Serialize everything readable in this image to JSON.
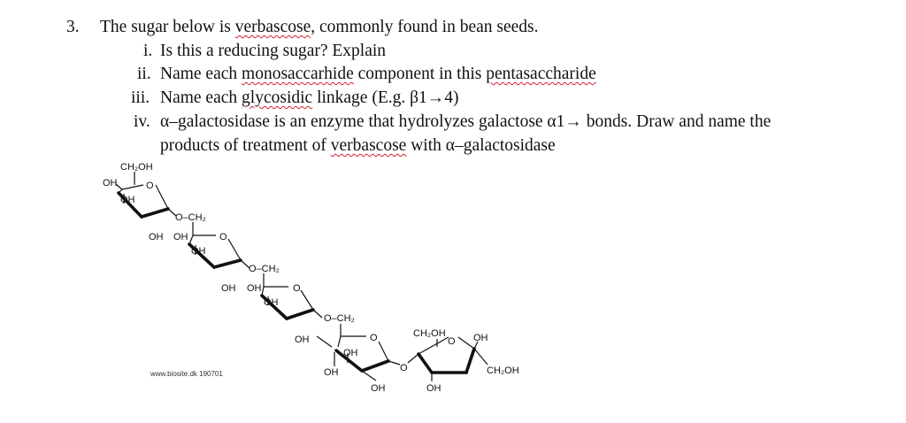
{
  "question": {
    "number": "3.",
    "intro": "The sugar below is verbascose, commonly found in bean seeds.",
    "intro_parts": [
      "The sugar below is ",
      "verbascose",
      ", commonly found in bean seeds."
    ],
    "items": [
      {
        "numeral": "i.",
        "parts": [
          "Is this a reducing sugar? Explain"
        ]
      },
      {
        "numeral": "ii.",
        "parts": [
          "Name each ",
          "monosaccarhide",
          " component in this ",
          "pentasaccharide"
        ]
      },
      {
        "numeral": "iii.",
        "parts": [
          "Name each ",
          "glycosidic",
          " linkage (E.g. β1→4)"
        ]
      },
      {
        "numeral": "iv.",
        "parts": [
          "α–galactosidase is an enzyme that hydrolyzes galactose α1→ bonds. Draw and name the"
        ]
      },
      {
        "numeral": "",
        "parts": [
          "products of treatment of ",
          "verbascose",
          " with α–galactosidase"
        ]
      }
    ]
  },
  "structure": {
    "ring1": {
      "ch2oh": "CH₂OH",
      "oh_left": "OH",
      "ring_o": "O",
      "oh_inner": "OH"
    },
    "ring2": {
      "o_ch2": "O–CH₂",
      "oh_a": "OH",
      "oh_b": "OH",
      "ring_o": "O",
      "oh_inner": "OH"
    },
    "ring3": {
      "o_ch2": "O–CH₂",
      "oh_a": "OH",
      "oh_b": "OH",
      "ring_o": "O",
      "oh_inner": "OH"
    },
    "ring4": {
      "o_ch2": "O–CH₂",
      "oh_a": "OH",
      "ring_o": "O",
      "oh_inner": "OH",
      "oh_bottom_left": "OH",
      "oh_bottom": "OH",
      "bridge_o": "O"
    },
    "ring5": {
      "ch2oh_top": "CH₂OH",
      "ring_o": "O",
      "oh_right": "OH",
      "ch2oh_right": "CH₂OH",
      "oh_bottom": "OH"
    },
    "credit": "www.biosite.dk 190701"
  }
}
